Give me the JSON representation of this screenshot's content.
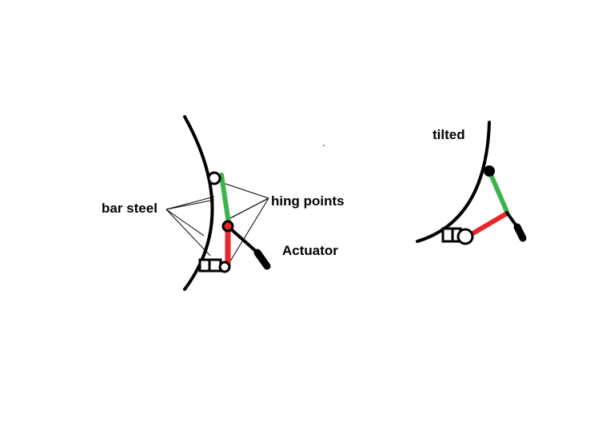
{
  "labels": {
    "bar_steel": "bar steel",
    "hinge_points": "hing points",
    "actuator": "Actuator",
    "tilted": "tilted"
  },
  "colors": {
    "outline": "#000000",
    "green_arm": "#3cb44b",
    "red_arm": "#e8262b",
    "background": "#ffffff"
  }
}
